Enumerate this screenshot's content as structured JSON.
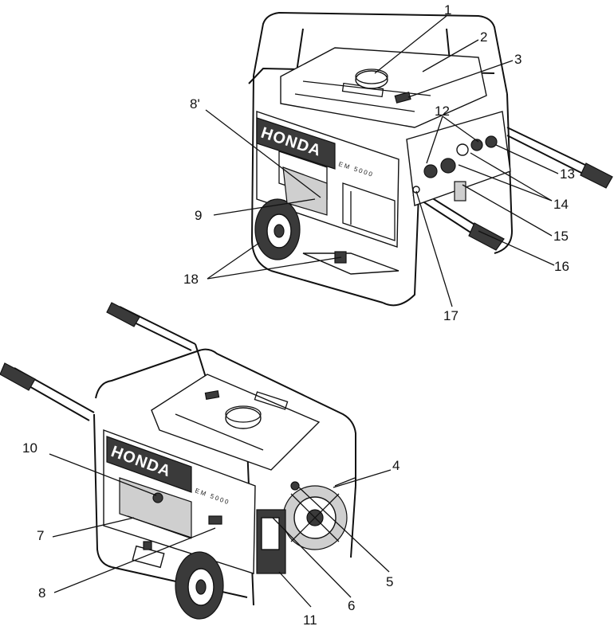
{
  "brand_text": "HONDA",
  "model_text": "EM 5000",
  "callouts": {
    "n1": "1",
    "n2": "2",
    "n3": "3",
    "n4": "4",
    "n5": "5",
    "n6": "6",
    "n7": "7",
    "n8": "8",
    "n8p": "8'",
    "n9": "9",
    "n10": "10",
    "n11": "11",
    "n12": "12",
    "n13": "13",
    "n14": "14",
    "n15": "15",
    "n16": "16",
    "n17": "17",
    "n18": "18"
  }
}
